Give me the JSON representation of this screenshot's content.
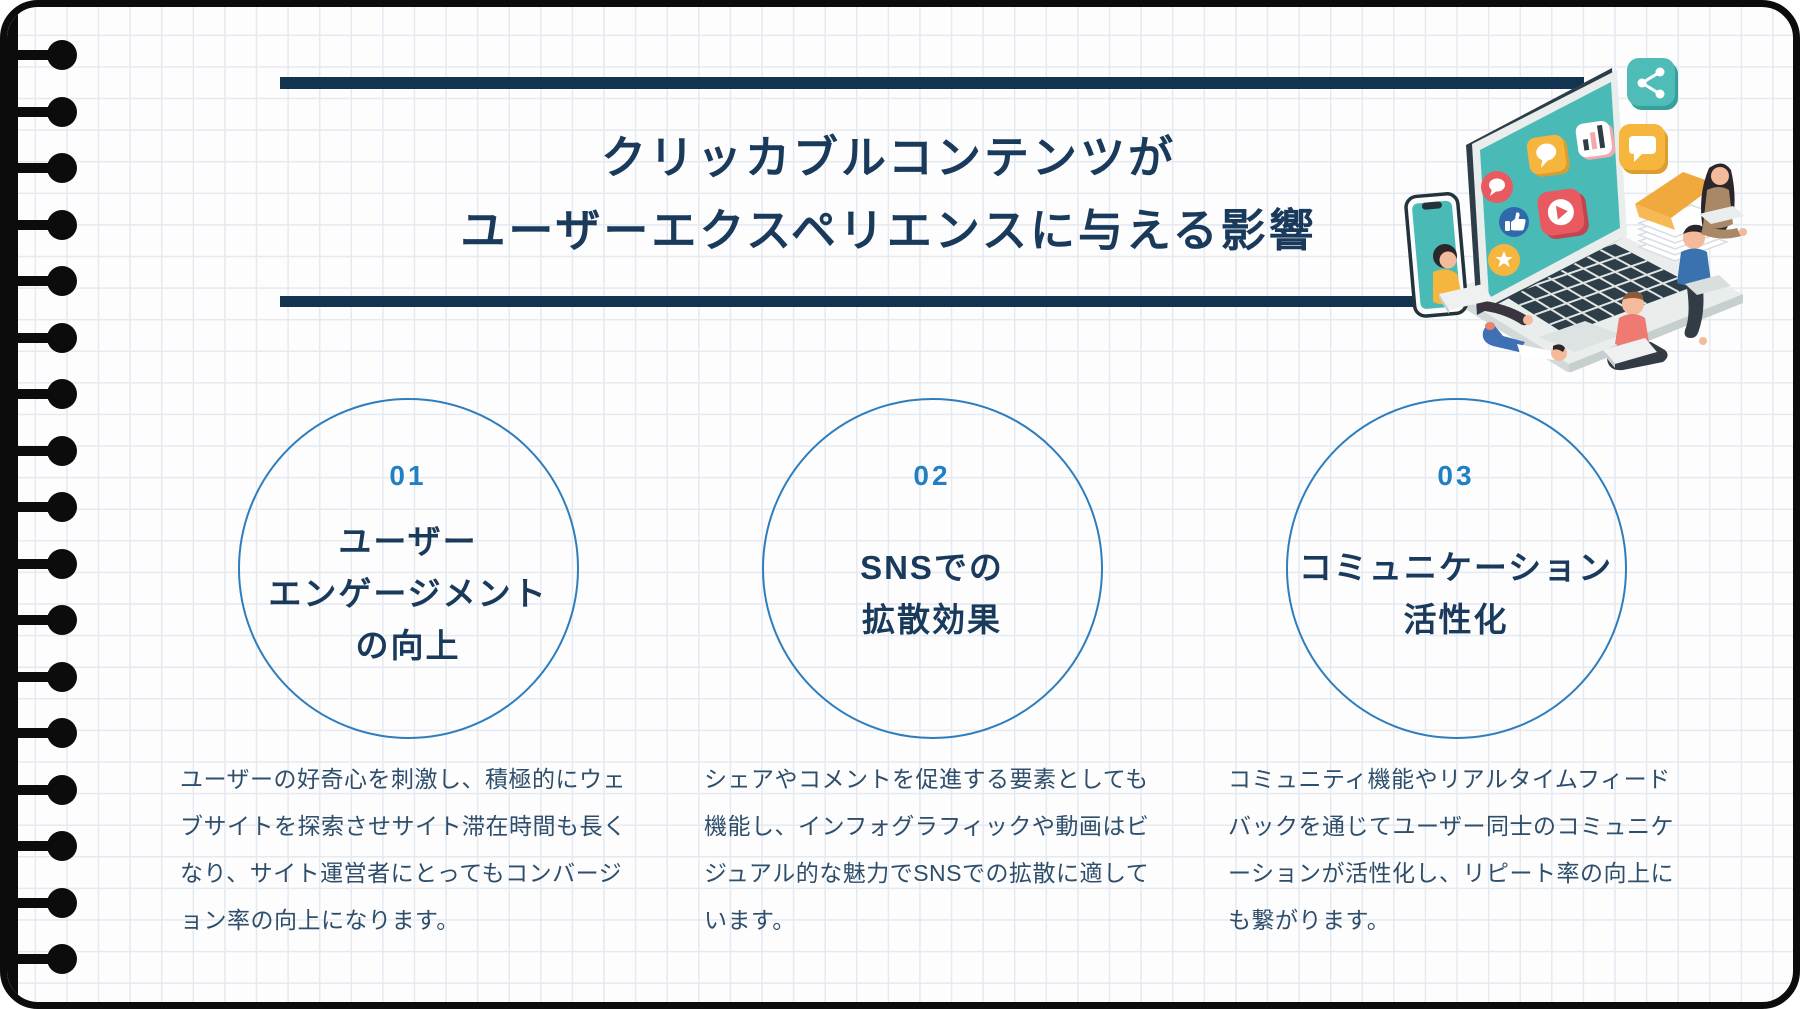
{
  "slide": {
    "title_lines": [
      "クリッカブルコンテンツが",
      "ユーザーエクスペリエンスに与える影響"
    ],
    "features": [
      {
        "number": "01",
        "heading_lines": [
          "ユーザー",
          "エンゲージメント",
          "の向上"
        ],
        "description": "ユーザーの好奇心を刺激し、積極的にウェブサイトを探索させサイト滞在時間も長くなり、サイト運営者にとってもコンバージョン率の向上になります。"
      },
      {
        "number": "02",
        "heading_lines": [
          "SNSでの",
          "拡散効果"
        ],
        "description": "シェアやコメントを促進する要素としても機能し、インフォグラフィックや動画はビジュアル的な魅力でSNSでの拡散に適しています。"
      },
      {
        "number": "03",
        "heading_lines": [
          "コミュニケーション",
          "活性化"
        ],
        "description": "コミュニティ機能やリアルタイムフィードバックを通じてユーザー同士のコミュニケーションが活性化し、リピート率の向上にも繋がります。"
      }
    ]
  },
  "illustration": {
    "icons": [
      "share-icon",
      "chat-icon",
      "speech-bubble-icon",
      "bar-chart-icon",
      "thumbs-up-icon",
      "play-icon",
      "star-icon",
      "folder-icon"
    ]
  },
  "colors": {
    "navy_rule": "#133450",
    "heading_text": "#1a3a5c",
    "body_text": "#2e4e6b",
    "number_blue": "#2180c4",
    "circle_stroke": "#2e7dbd",
    "teal": "#4abab6",
    "yellow": "#f6b53d",
    "red": "#e85a60",
    "grid_line": "#e5e9f0",
    "paper": "#fdfdfe"
  }
}
